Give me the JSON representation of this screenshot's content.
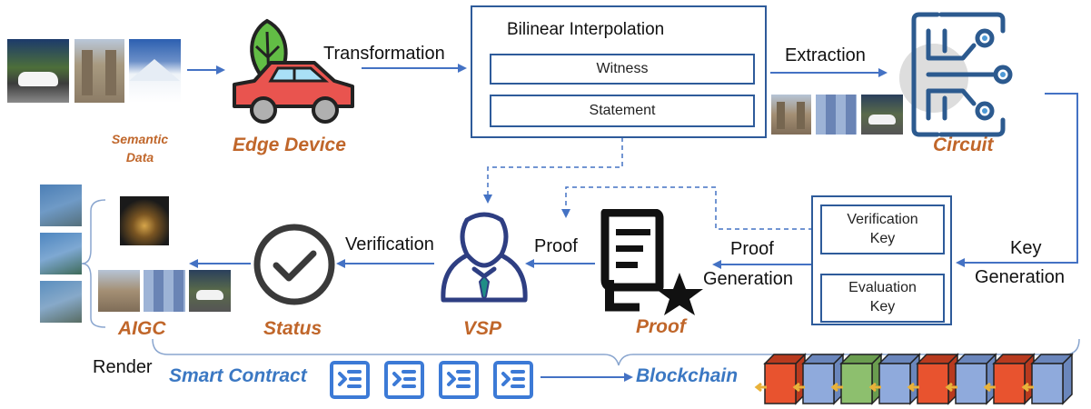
{
  "labels": {
    "semantic_data": "Semantic\nData",
    "edge_device": "Edge Device",
    "transformation": "Transformation",
    "bilinear": "Bilinear Interpolation",
    "witness": "Witness",
    "statement": "Statement",
    "extraction": "Extraction",
    "circuit": "Circuit",
    "verification_key": "Verification\nKey",
    "evaluation_key": "Evaluation\nKey",
    "key": "Key",
    "generation": "Generation",
    "proof_generation_1": "Proof",
    "proof_generation_2": "Generation",
    "proof_out": "Proof",
    "proof_doc": "Proof",
    "vsp": "VSP",
    "verification": "Verification",
    "status": "Status",
    "aigc": "AIGC",
    "render": "Render",
    "smart_contract": "Smart Contract",
    "blockchain": "Blockchain"
  },
  "colors": {
    "arrow": "#4472C4",
    "box_border": "#2E5B9A",
    "orange_label": "#C0662A",
    "blue_label": "#3B78C3",
    "block_red": "#E8532F",
    "block_blue": "#8FAADC",
    "block_green": "#8DBF6E"
  },
  "blockchain_blocks": [
    "red",
    "blue",
    "green",
    "blue",
    "red",
    "blue",
    "red",
    "blue"
  ],
  "icons": {
    "edge_device": "car-leaf-icon",
    "circuit": "circuit-icon",
    "vsp": "person-icon",
    "status": "check-circle-icon",
    "proof": "document-star-icon",
    "smart_contract": "contract-icon"
  }
}
